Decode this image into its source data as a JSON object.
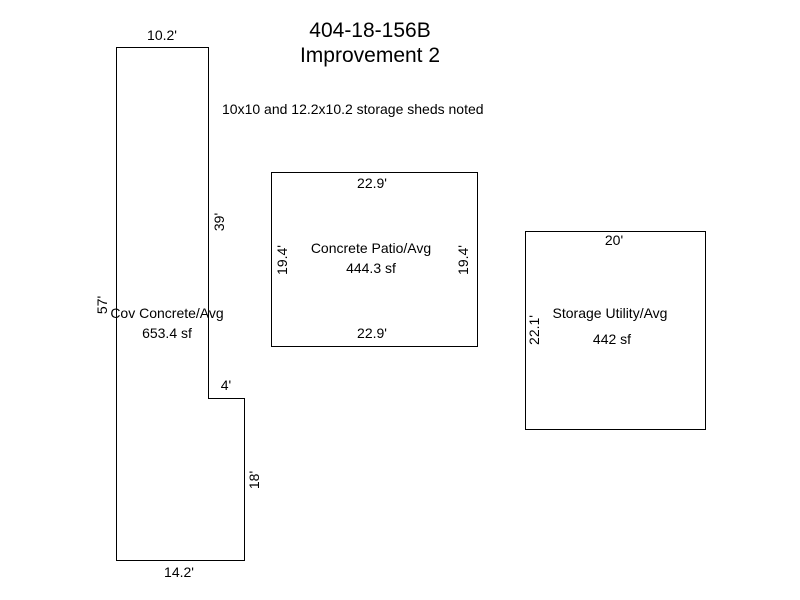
{
  "header": {
    "parcel_id": "404-18-156B",
    "improvement": "Improvement 2",
    "note": "10x10 and 12.2x10.2 storage sheds noted"
  },
  "sketch": {
    "left_area": {
      "label": "Cov Concrete/Avg",
      "area": "653.4 sf",
      "dims": {
        "top": "10.2'",
        "upper_right": "39'",
        "step": "4'",
        "lower_right": "18'",
        "bottom": "14.2'",
        "left": "57'"
      }
    },
    "patio": {
      "label": "Concrete Patio/Avg",
      "area": "444.3 sf",
      "dims": {
        "top": "22.9'",
        "bottom": "22.9'",
        "left": "19.4'",
        "right": "19.4'"
      }
    },
    "storage": {
      "label": "Storage Utility/Avg",
      "area": "442 sf",
      "dims": {
        "top": "20'",
        "left": "22.1'"
      }
    }
  }
}
